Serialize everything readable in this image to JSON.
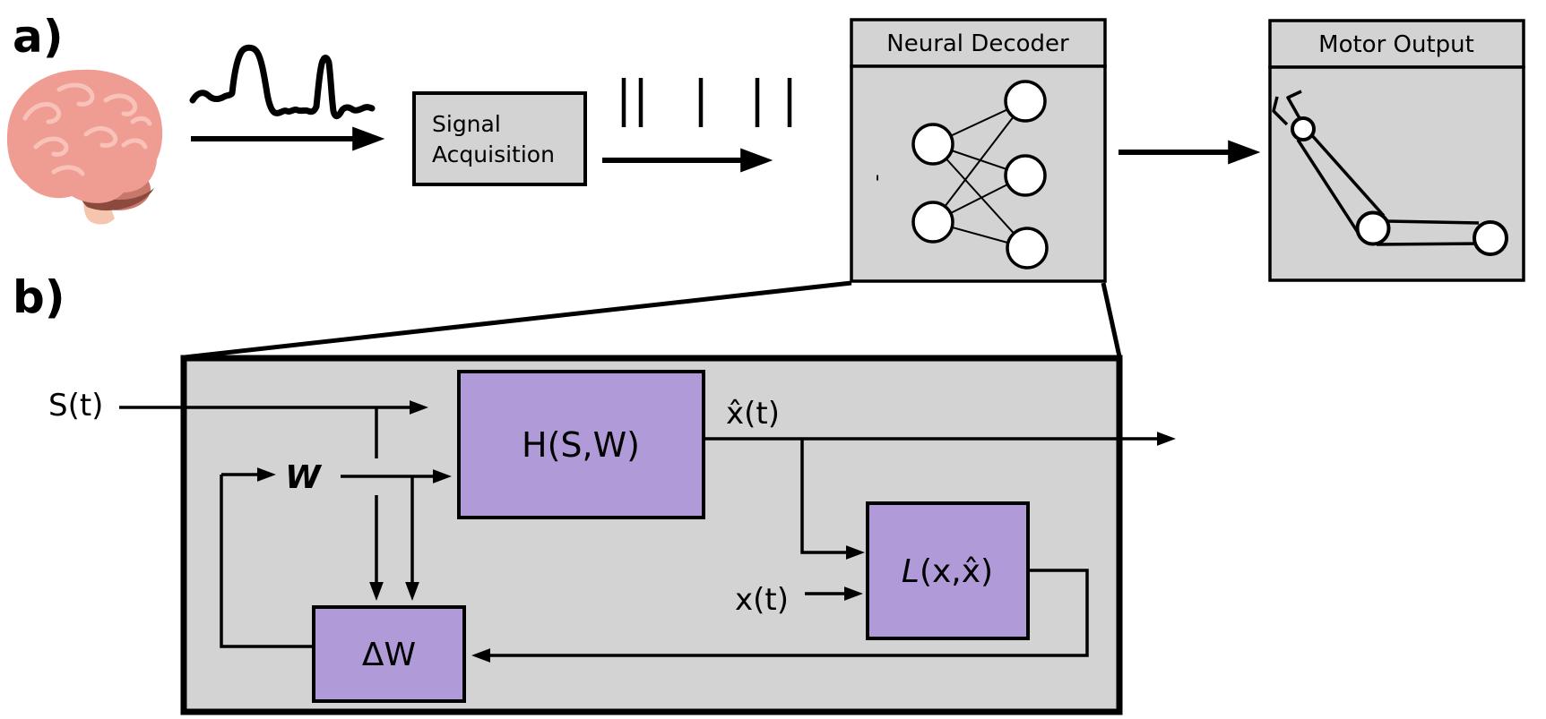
{
  "colors": {
    "panel_fill": "#d3d3d3",
    "module_fill": "#b09bd8",
    "node_fill": "#ffffff",
    "stroke": "#000000"
  },
  "panel_a": {
    "label": "a)",
    "signal_acquisition": {
      "line1": "Signal",
      "line2": "Acquisition"
    },
    "neural_decoder": {
      "title": "Neural Decoder"
    },
    "motor_output": {
      "title": "Motor Output"
    },
    "stray_mark": "'"
  },
  "panel_b": {
    "label": "b)",
    "neural_input_label": "S(t)",
    "weights_label": "W",
    "decoder_block_label": "H(S,W)",
    "decoded_output_label": "x̂(t)",
    "ground_truth_label": "x(t)",
    "loss_block": {
      "italic": "L",
      "args": "(x,x̂)"
    },
    "weight_update_label": "ΔW"
  }
}
